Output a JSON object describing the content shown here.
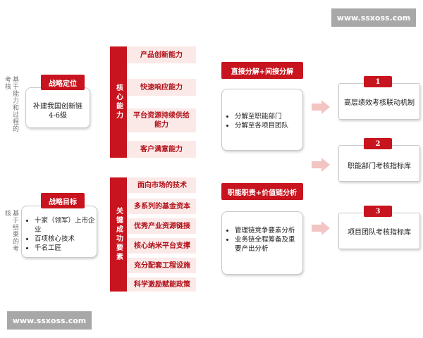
{
  "watermark_top": "www.ssxoss.com",
  "watermark_bottom": "www.ssxoss.com",
  "upper": {
    "side_label": "基于能力和过程的考核",
    "strategy_header": "战略定位",
    "strategy_text": "补建我国创新链4-6级",
    "core_header": "核心能力",
    "capabilities": [
      "产品创新能力",
      "快速响应能力",
      "平台资源持续供给能力",
      "客户满意能力"
    ]
  },
  "lower": {
    "side_label": "基于结果的考核",
    "target_header": "战略目标",
    "targets": [
      "十家（领军）上市企业",
      "百项核心技术",
      "千名工匠"
    ],
    "key_header": "关键成功要素",
    "factors": [
      "面向市场的技术",
      "多系列的基金资本",
      "优秀产业资源链接",
      "核心纳米平台支撑",
      "充分配套工程设施",
      "科学激励赋能政策"
    ]
  },
  "decomp_top": {
    "header": "直接分解+间接分解",
    "items": [
      "分解至职能部门",
      "分解至各项目团队"
    ]
  },
  "decomp_bottom": {
    "header": "职能职责+价值链分析",
    "items": [
      "管理链竞争要素分析",
      "业务链全程筹备及重要产出分析"
    ]
  },
  "mechanisms": [
    {
      "number": "1",
      "text": "高层绩效考核联动机制"
    },
    {
      "number": "2",
      "text": "职能部门考核指标库"
    },
    {
      "number": "3",
      "text": "项目团队考核指标库"
    }
  ],
  "colors": {
    "accent": "#c8141e",
    "pale": "#fbe9e8",
    "arrow": "#f2c4c2"
  }
}
